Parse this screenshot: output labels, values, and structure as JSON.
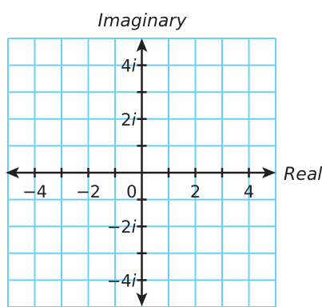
{
  "plane": {
    "axes": {
      "imaginary_label": "Imaginary",
      "real_label": "Real"
    },
    "x_range": [
      -5,
      5
    ],
    "y_range": [
      -5,
      5
    ],
    "grid_step": 1,
    "grid_color": "#6ccff6",
    "axis_color": "#231f20",
    "real_ticks": [
      {
        "value": -4,
        "label": "−4"
      },
      {
        "value": -2,
        "label": "−2"
      },
      {
        "value": 0,
        "label": "0"
      },
      {
        "value": 2,
        "label": "2"
      },
      {
        "value": 4,
        "label": "4"
      }
    ],
    "imaginary_ticks": [
      {
        "value": 4,
        "num": "4",
        "unit": "i"
      },
      {
        "value": 2,
        "num": "2",
        "unit": "i"
      },
      {
        "value": -2,
        "num": "−2",
        "unit": "i"
      },
      {
        "value": -4,
        "num": "−4",
        "unit": "i"
      }
    ]
  }
}
